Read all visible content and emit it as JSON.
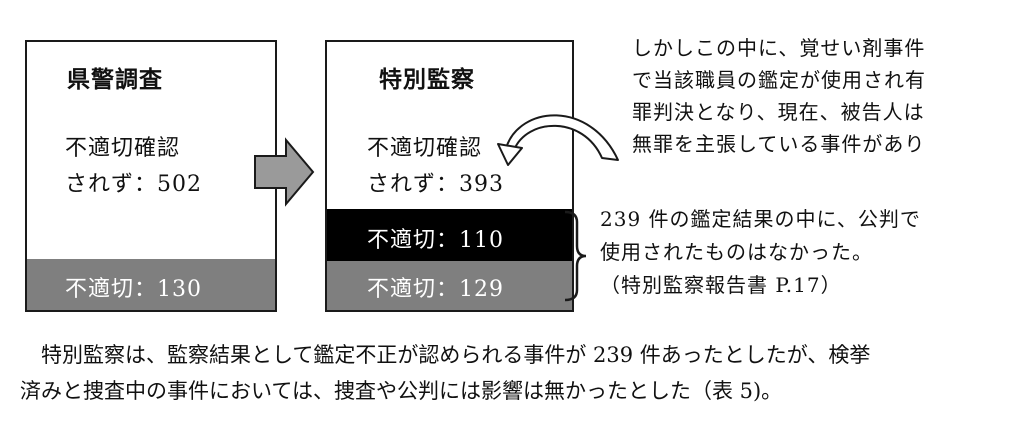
{
  "left_box": {
    "title": "県警調査",
    "line1": "不適切確認",
    "line2": "されず：502",
    "bar": "不適切：130",
    "bar_color": "#7f7f7f"
  },
  "right_box": {
    "title": "特別監察",
    "line1": "不適切確認",
    "line2": "されず：393",
    "bar_top": "不適切：110",
    "bar_top_color": "#000000",
    "bar_bottom": "不適切：129",
    "bar_bottom_color": "#7f7f7f"
  },
  "note_top": [
    "しかしこの中に、覚せい剤事件",
    "で当該職員の鑑定が使用され有",
    "罪判決となり、現在、被告人は",
    "無罪を主張している事件があり"
  ],
  "note_bottom": [
    "239 件の鑑定結果の中に、公判で",
    "使用されたものはなかった。",
    "（特別監察報告書 P.17）"
  ],
  "paragraph": [
    "　特別監察は、監察結果として鑑定不正が認められる事件が 239 件あったとしたが、検挙",
    "済みと捜査中の事件においては、捜査や公判には影響は無かったとした（表 5)。"
  ],
  "icons": [
    "right-arrow-icon",
    "curved-arrow-icon",
    "brace-icon"
  ]
}
